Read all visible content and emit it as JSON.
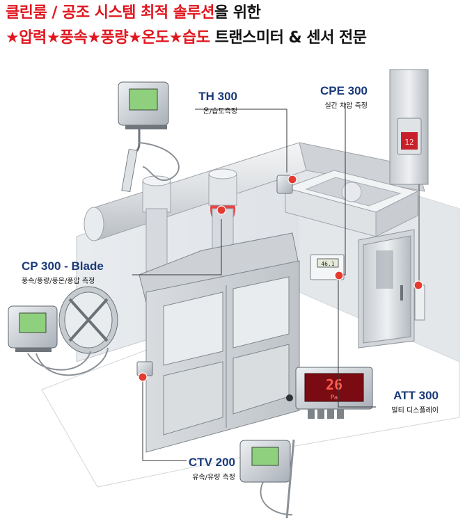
{
  "headline": {
    "line1_red": "클린룸 / 공조 시스템 최적 솔루션",
    "line1_black": "을 위한",
    "line2_red": "★압력★풍속★풍량★온도★습도",
    "line2_black": " 트랜스미터 & 센서 전문"
  },
  "products": {
    "th300": {
      "model": "TH 300",
      "desc": "온/습도측정"
    },
    "cpe300": {
      "model": "CPE 300",
      "desc": "실간 차압 측정"
    },
    "cp300": {
      "model": "CP 300 - Blade",
      "desc": "풍속/풍량/풍온/풍압 측정"
    },
    "att300": {
      "model": "ATT 300",
      "desc": "멀티 디스플레이"
    },
    "ctv200": {
      "model": "CTV 200",
      "desc": "유속/유량 측정"
    }
  },
  "displays": {
    "att300_value": "26",
    "att300_unit": "Pa",
    "wall_sensor_value": "46.1",
    "cpe300_value": "12"
  },
  "colors": {
    "accent_red": "#e0161f",
    "model_blue": "#1a3a7a",
    "marker_red": "#e53a2f"
  }
}
